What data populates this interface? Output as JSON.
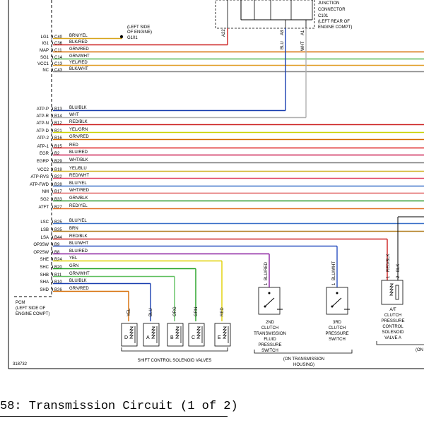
{
  "pcm": {
    "label_lines": [
      "PCM",
      "(LEFT SIDE OF",
      "ENGINE COMPT)"
    ],
    "pins": [
      {
        "signal": "LG1",
        "pin": "C40",
        "wire": "BRN/YEL",
        "color": "#d7a51c",
        "end": 173
      },
      {
        "signal": "IG1",
        "pin": "C36",
        "wire": "BLK/RED",
        "color": "#cc2020",
        "end": 322
      },
      {
        "signal": "MAP",
        "pin": "C11",
        "wire": "GRN/RED",
        "color": "#d66a00",
        "end": 600
      },
      {
        "signal": "SG1",
        "pin": "C14",
        "wire": "GRN/WHT",
        "color": "#53b853",
        "end": 600
      },
      {
        "signal": "VCC1",
        "pin": "C13",
        "wire": "YEL/RED",
        "color": "#e09a20",
        "end": 600
      },
      {
        "signal": "NC",
        "pin": "C43",
        "wire": "BLK/WHT",
        "color": "#888888",
        "end": 600
      },
      {
        "signal": "ATP-P",
        "pin": "B13",
        "wire": "BLU/BLK",
        "color": "#1a3fb0",
        "end": 404
      },
      {
        "signal": "ATP-R",
        "pin": "B14",
        "wire": "WHT",
        "color": "#b0b0b0",
        "end": 433
      },
      {
        "signal": "ATP-N",
        "pin": "B12",
        "wire": "RED/BLK",
        "color": "#cc2020",
        "end": 600
      },
      {
        "signal": "ATP-D",
        "pin": "B21",
        "wire": "YEL/GRN",
        "color": "#c8d200",
        "end": 600
      },
      {
        "signal": "ATP-2",
        "pin": "B16",
        "wire": "GRN/RED",
        "color": "#d66a00",
        "end": 600
      },
      {
        "signal": "ATP-1",
        "pin": "B15",
        "wire": "RED",
        "color": "#dd1a1a",
        "end": 600
      },
      {
        "signal": "EGR",
        "pin": "B2",
        "wire": "BLU/RED",
        "color": "#cc2050",
        "end": 600
      },
      {
        "signal": "EGRP",
        "pin": "B29",
        "wire": "WHT/BLK",
        "color": "#7a7a7a",
        "end": 600
      },
      {
        "signal": "VCC2",
        "pin": "B18",
        "wire": "YEL/BLU",
        "color": "#d0b020",
        "end": 600
      },
      {
        "signal": "ATP-RVS",
        "pin": "B22",
        "wire": "RED/WHT",
        "color": "#e04060",
        "end": 600
      },
      {
        "signal": "ATP-FWD",
        "pin": "B28",
        "wire": "BLU/YEL",
        "color": "#3a70c8",
        "end": 600
      },
      {
        "signal": "NM",
        "pin": "B17",
        "wire": "WHT/RED",
        "color": "#e06060",
        "end": 600
      },
      {
        "signal": "SG2",
        "pin": "B33",
        "wire": "GRN/BLK",
        "color": "#2f9a2f",
        "end": 600
      },
      {
        "signal": "ATFT",
        "pin": "B27",
        "wire": "RED/YEL",
        "color": "#e07020",
        "end": 600
      },
      {
        "signal": "LSC",
        "pin": "B25",
        "wire": "BLU/YEL",
        "color": "#3a70c8",
        "end": 600
      },
      {
        "signal": "LSB",
        "pin": "B35",
        "wire": "BRN",
        "color": "#b07a1a",
        "end": 600
      },
      {
        "signal": "LSA",
        "pin": "B44",
        "wire": "RED/BLK",
        "color": "#cc2020",
        "end": 548
      },
      {
        "signal": "OP3SW",
        "pin": "B9",
        "wire": "BLU/WHT",
        "color": "#2a50c0",
        "end": 477
      },
      {
        "signal": "OP2SW",
        "pin": "B8",
        "wire": "BLU/RED",
        "color": "#8a20a0",
        "end": 381
      },
      {
        "signal": "SHE",
        "pin": "B24",
        "wire": "YEL",
        "color": "#e0d000",
        "end": 314
      },
      {
        "signal": "SHC",
        "pin": "B20",
        "wire": "GRN",
        "color": "#20a020",
        "end": 277
      },
      {
        "signal": "SHB",
        "pin": "B11",
        "wire": "GRN/WHT",
        "color": "#60c060",
        "end": 247
      },
      {
        "signal": "SHA",
        "pin": "B10",
        "wire": "BLU/BLK",
        "color": "#1a3fb0",
        "end": 213
      },
      {
        "signal": "SHD",
        "pin": "B26",
        "wire": "GRN/RED",
        "color": "#d66a00",
        "end": 182
      }
    ]
  },
  "ground_point": {
    "lines": [
      "(LEFT SIDE",
      "OF ENGINE)",
      "G101"
    ]
  },
  "junction": {
    "lines": [
      "JUNCTION",
      "CONNECTOR",
      "C101",
      "(LEFT REAR OF",
      "ENGINE COMPT)"
    ],
    "pins": [
      "A22",
      "A8",
      "A1"
    ],
    "wires": [
      "BLU",
      "WHT"
    ]
  },
  "solenoids": {
    "group_label": "SHIFT CONTROL SOLENOID VALVES",
    "items": [
      {
        "id": "D",
        "wire": "YEL"
      },
      {
        "id": "A",
        "wire": "BLU"
      },
      {
        "id": "B",
        "wire": "ORG"
      },
      {
        "id": "C",
        "wire": "GRN"
      },
      {
        "id": "E",
        "wire": "RED"
      }
    ]
  },
  "switches": [
    {
      "pin": "1",
      "wire": "BLU/RED",
      "lines": [
        "2ND",
        "CLUTCH",
        "TRANSMISSION",
        "FLUID",
        "PRESSURE",
        "SWITCH"
      ]
    },
    {
      "pin": "1",
      "wire": "BLU/WHT",
      "lines": [
        "3RD",
        "CLUTCH",
        "PRESSURE",
        "SWITCH"
      ]
    }
  ],
  "transmission_housing": [
    "(ON TRANSMISSION",
    "HOUSING)"
  ],
  "at_solenoid": {
    "pins": [
      "1",
      "2"
    ],
    "wires": [
      "RED/BLK",
      "BLK"
    ],
    "lines": [
      "A/T",
      "CLUTCH",
      "PRESSURE",
      "CONTROL",
      "SOLENOID",
      "VALVE A"
    ],
    "partial_label": "(ON"
  },
  "figure_id": "318732",
  "caption": "58: Transmission Circuit (1 of 2)"
}
